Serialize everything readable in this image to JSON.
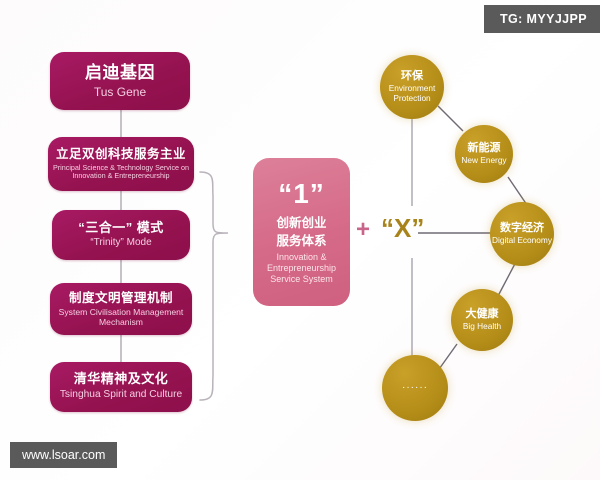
{
  "diagram": {
    "title_cn": "启迪基因",
    "left_column": [
      {
        "id": "tus-gene",
        "cn": "启迪基因",
        "en": "Tus Gene"
      },
      {
        "id": "principal",
        "cn": "立足双创科技服务主业",
        "en": "Principal Science & Technology Service on Innovation & Entrepreneurship"
      },
      {
        "id": "trinity",
        "cn": "“三合一” 模式",
        "en": "“Trinity” Mode"
      },
      {
        "id": "system",
        "cn": "制度文明管理机制",
        "en": "System Civilisation Management Mechanism"
      },
      {
        "id": "tsinghua",
        "cn": "清华精神及文化",
        "en": "Tsinghua Spirit and Culture"
      }
    ],
    "core": {
      "symbol": "“1”",
      "cn_line1": "创新创业",
      "cn_line2": "服务体系",
      "en": "Innovation & Entrepreneurship Service System"
    },
    "operator_plus": "+",
    "operator_x": "“X”",
    "circles": [
      {
        "id": "environment",
        "cn": "环保",
        "en": "Environment Protection"
      },
      {
        "id": "new-energy",
        "cn": "新能源",
        "en": "New Energy"
      },
      {
        "id": "digital",
        "cn": "数字经济",
        "en": "Digital Economy"
      },
      {
        "id": "big-health",
        "cn": "大健康",
        "en": "Big Health"
      },
      {
        "id": "ellipsis",
        "cn": "······",
        "en": ""
      }
    ],
    "colors": {
      "magenta": "#9c1459",
      "pink": "#d9738f",
      "gold": "#b8911a",
      "connector": "#b9b3bb",
      "watermark_bg": "#5a5a5a"
    }
  },
  "watermarks": {
    "top_right": "TG: MYYJJPP",
    "bottom_left": "www.lsoar.com"
  }
}
